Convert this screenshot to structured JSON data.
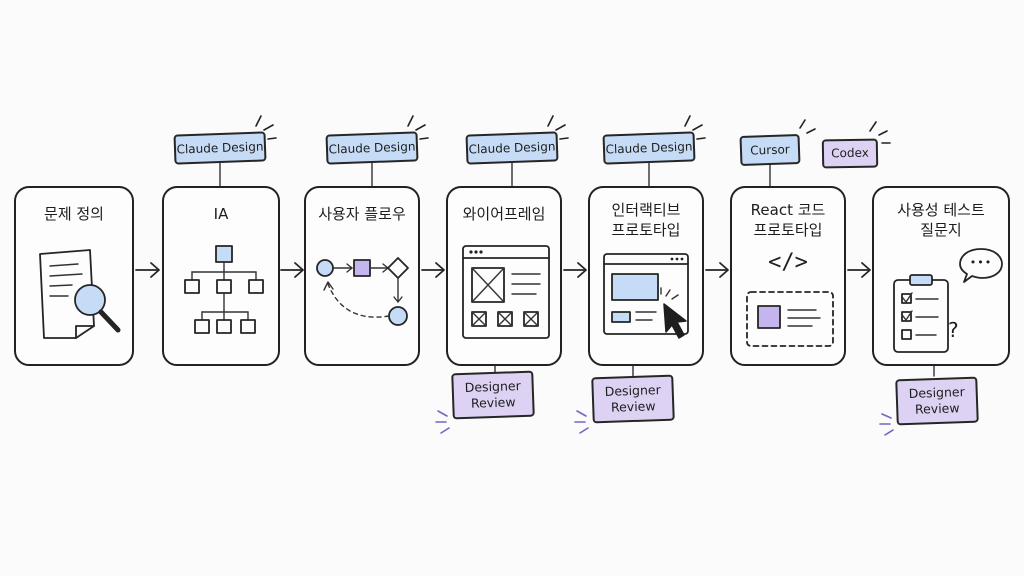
{
  "steps": [
    {
      "title_lines": [
        "문제 정의"
      ]
    },
    {
      "title_lines": [
        "IA"
      ]
    },
    {
      "title_lines": [
        "사용자 플로우"
      ]
    },
    {
      "title_lines": [
        "와이어프레임"
      ]
    },
    {
      "title_lines": [
        "인터랙티브",
        "프로토타입"
      ]
    },
    {
      "title_lines": [
        "React 코드",
        "프로토타입"
      ]
    },
    {
      "title_lines": [
        "사용성 테스트",
        "질문지"
      ]
    }
  ],
  "tools": {
    "claude_design": "Claude Design",
    "cursor": "Cursor",
    "codex": "Codex"
  },
  "review": {
    "line1": "Designer",
    "line2": "Review"
  },
  "code_symbol": "</>",
  "question_mark": "?",
  "speech_dots": "•••",
  "colors": {
    "tool_tag": "#c6dbf6",
    "review_tag": "#ddd2f3",
    "accent_purple": "#c5b5ee",
    "stroke": "#222222"
  }
}
